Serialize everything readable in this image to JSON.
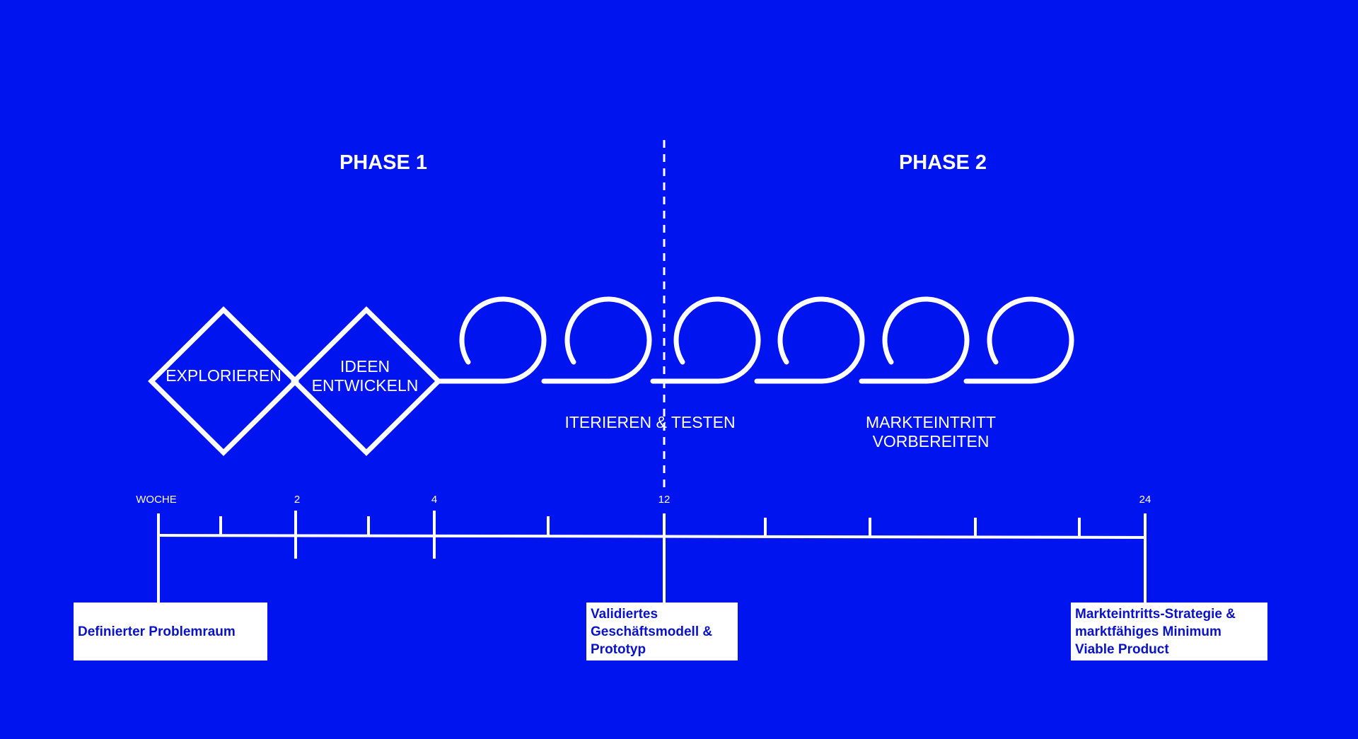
{
  "phases": {
    "phase1": "PHASE 1",
    "phase2": "PHASE 2"
  },
  "stages": {
    "explore": "EXPLORIEREN",
    "ideate_line1": "IDEEN",
    "ideate_line2": "ENTWICKELN",
    "iterate": "ITERIEREN & TESTEN",
    "market_line1": "MARKTEINTRITT",
    "market_line2": "VORBEREITEN"
  },
  "timeline": {
    "unit_label": "WOCHE",
    "week_2": "2",
    "week_4": "4",
    "week_12": "12",
    "week_24": "24"
  },
  "milestones": {
    "problem_space": "Definierter Problemraum",
    "validated_model": "Validiertes\nGeschäftsmodell &\nPrototyp",
    "market_strategy": "Markteintritts-Strategie &\nmarktfähiges Minimum\nViable Product"
  },
  "colors": {
    "background": "#0014f0",
    "line": "#ffffff",
    "milestone_text": "#0a12c8"
  }
}
